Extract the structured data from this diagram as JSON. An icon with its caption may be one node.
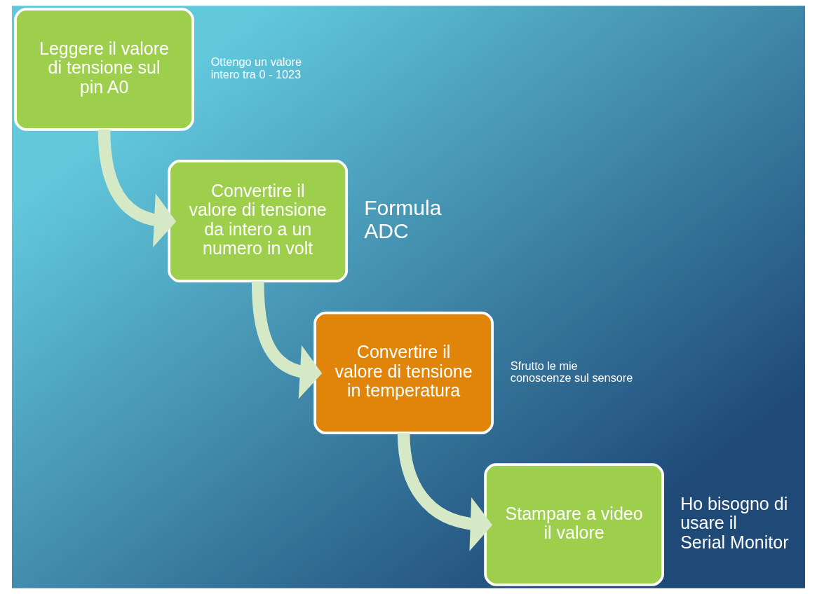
{
  "diagram": {
    "nodes": [
      {
        "text": [
          "Leggere il valore di tensione sul pin A0"
        ],
        "beside": [
          "Ottengo un valore intero tra 0 - 1023"
        ]
      },
      {
        "text": [
          "Convertire il valore di tensione da intero a un numero in volt"
        ],
        "beside": [
          "Formula ADC"
        ]
      },
      {
        "text": [
          "Convertire il valore di tensione in temperatura"
        ],
        "beside": [
          "Sfrutto le mie conoscenze sul sensore"
        ]
      },
      {
        "text": [
          "Stampare a video il valore"
        ],
        "beside": [
          "Ho bisogno di usare il Serial Monitor"
        ]
      }
    ],
    "edges": [
      {
        "from": 0,
        "to": 1,
        "arrow": "to"
      },
      {
        "from": 1,
        "to": 2,
        "arrow": "to"
      },
      {
        "from": 2,
        "to": 3,
        "arrow": "to"
      }
    ]
  }
}
